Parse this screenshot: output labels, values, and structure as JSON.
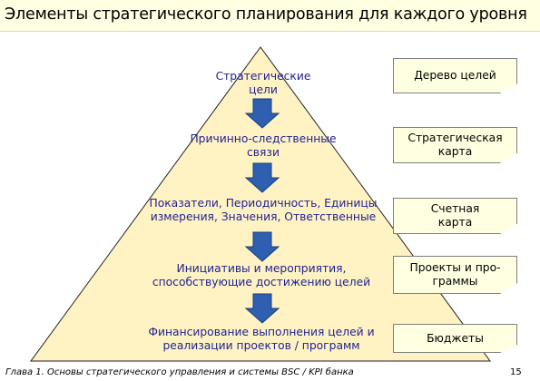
{
  "title": "Элементы стратегического планирования для каждого уровня",
  "pyramid_levels": [
    {
      "lines": [
        "Стратегические",
        "цели"
      ]
    },
    {
      "lines": [
        "Причинно-следственные",
        "связи"
      ]
    },
    {
      "lines": [
        "Показатели, Периодичность, Единицы",
        "измерения, Значения, Ответственные"
      ]
    },
    {
      "lines": [
        "Инициативы и мероприятия,",
        "способствующие достижению целей"
      ]
    },
    {
      "lines": [
        "Финансирование выполнения целей и",
        "реализации проектов / программ"
      ]
    }
  ],
  "notes": [
    {
      "lines": [
        "Дерево целей"
      ]
    },
    {
      "lines": [
        "Стратегическая",
        "карта"
      ]
    },
    {
      "lines": [
        "Счетная",
        "карта"
      ]
    },
    {
      "lines": [
        "Проекты и про-",
        "граммы"
      ]
    },
    {
      "lines": [
        "Бюджеты"
      ]
    }
  ],
  "footer": "Глава 1. Основы стратегического управления и системы BSC / KPI банка",
  "page_number": "15",
  "colors": {
    "pyramid_fill": "#fff3c4",
    "arrow_fill": "#2e5fb0",
    "text": "#1f1f8f",
    "note_fill": "#ffffe1"
  }
}
